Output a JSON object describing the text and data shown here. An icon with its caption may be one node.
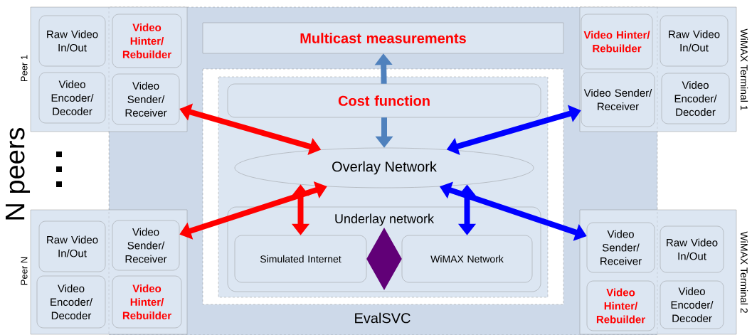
{
  "diagram": {
    "nodes": [
      {
        "text": [
          "EvalSVC"
        ]
      },
      {
        "text": [
          "Multicast measurements"
        ],
        "in": 0
      },
      {
        "text": [
          "Cost function"
        ],
        "in": 0
      },
      {
        "text": [
          "Overlay Network"
        ],
        "in": 0
      },
      {
        "text": [
          "Underlay network"
        ],
        "in": 0
      },
      {
        "text": [
          "Simulated Internet"
        ],
        "in": 4
      },
      {
        "text": [
          "WiMAX Network"
        ],
        "in": 4
      },
      {
        "text": [
          "Peer 1"
        ]
      },
      {
        "text": [
          "Raw Video In/Out"
        ],
        "in": 7
      },
      {
        "text": [
          "Video Hinter/ Rebuilder"
        ]
      },
      {
        "text": [
          "Video Encoder/ Decoder"
        ],
        "in": 7
      },
      {
        "text": [
          "Video Sender/ Receiver"
        ]
      },
      {
        "text": [
          "WiMAX Terminal 1"
        ]
      },
      {
        "text": [
          "Video Hinter/ Rebuilder"
        ]
      },
      {
        "text": [
          "Raw Video In/Out"
        ],
        "in": 12
      },
      {
        "text": [
          "Video Sender/ Receiver"
        ]
      },
      {
        "text": [
          "Video Encoder/ Decoder"
        ],
        "in": 12
      },
      {
        "text": [
          "Peer N"
        ]
      },
      {
        "text": [
          "Raw Video In/Out"
        ],
        "in": 17
      },
      {
        "text": [
          "Video Sender/ Receiver"
        ]
      },
      {
        "text": [
          "Video Encoder/ Decoder"
        ],
        "in": 17
      },
      {
        "text": [
          "Video Hinter/ Rebuilder"
        ]
      },
      {
        "text": [
          "WiMAX Terminal 2"
        ]
      },
      {
        "text": [
          "Video Sender/ Receiver"
        ]
      },
      {
        "text": [
          "Raw Video In/Out"
        ],
        "in": 22
      },
      {
        "text": [
          "Video Hinter/ Rebuilder"
        ]
      },
      {
        "text": [
          "Video Encoder/ Decoder"
        ],
        "in": 22
      }
    ],
    "edges": [
      {
        "from": 2,
        "to": 1,
        "arrow": "to",
        "color": "#4f81bd"
      },
      {
        "from": 2,
        "to": 3,
        "arrow": "to",
        "color": "#4f81bd"
      },
      {
        "from": 11,
        "to": 3,
        "arrow": "both",
        "color": "#ff0000"
      },
      {
        "from": 19,
        "to": 3,
        "arrow": "both",
        "color": "#ff0000"
      },
      {
        "from": 15,
        "to": 3,
        "arrow": "both",
        "color": "#0000ff"
      },
      {
        "from": 23,
        "to": 3,
        "arrow": "both",
        "color": "#0000ff"
      },
      {
        "from": 3,
        "to": 5,
        "arrow": "both",
        "color": "#ff0000"
      },
      {
        "from": 3,
        "to": 6,
        "arrow": "both",
        "color": "#0000ff"
      },
      {
        "from": 5,
        "to": 6,
        "arrow": "both"
      }
    ],
    "labels": [
      "N peers"
    ]
  }
}
